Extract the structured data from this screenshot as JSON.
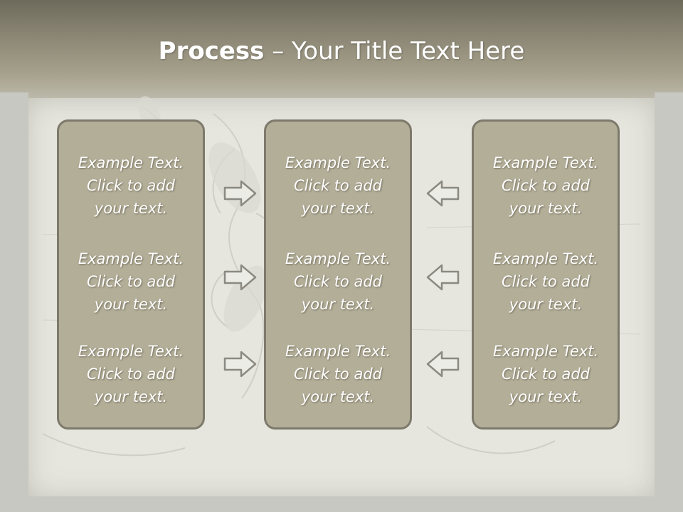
{
  "title": {
    "bold": "Process",
    "dash": " – ",
    "rest": "Your Title Text Here"
  },
  "columns": [
    {
      "items": [
        {
          "l1": "Example Text.",
          "l2": "Click  to add",
          "l3": "your text."
        },
        {
          "l1": "Example Text.",
          "l2": "Click  to add",
          "l3": "your text."
        },
        {
          "l1": "Example Text.",
          "l2": "Click  to add",
          "l3": "your text."
        }
      ]
    },
    {
      "items": [
        {
          "l1": "Example Text.",
          "l2": "Click  to add",
          "l3": "your text."
        },
        {
          "l1": "Example Text.",
          "l2": "Click  to add",
          "l3": "your text."
        },
        {
          "l1": "Example Text.",
          "l2": "Click  to add",
          "l3": "your text."
        }
      ]
    },
    {
      "items": [
        {
          "l1": "Example Text.",
          "l2": "Click  to add",
          "l3": "your text."
        },
        {
          "l1": "Example Text.",
          "l2": "Click  to add",
          "l3": "your text."
        },
        {
          "l1": "Example Text.",
          "l2": "Click  to add",
          "l3": "your text."
        }
      ]
    }
  ],
  "arrows": {
    "left": [
      "right-arrow-icon",
      "right-arrow-icon",
      "right-arrow-icon"
    ],
    "right": [
      "left-arrow-icon",
      "left-arrow-icon",
      "left-arrow-icon"
    ]
  },
  "colors": {
    "header": "#8c8775",
    "box_fill": "#b3ae98",
    "box_border": "#7d7a6c",
    "paper": "#e6e6de",
    "text": "#ffffff"
  }
}
